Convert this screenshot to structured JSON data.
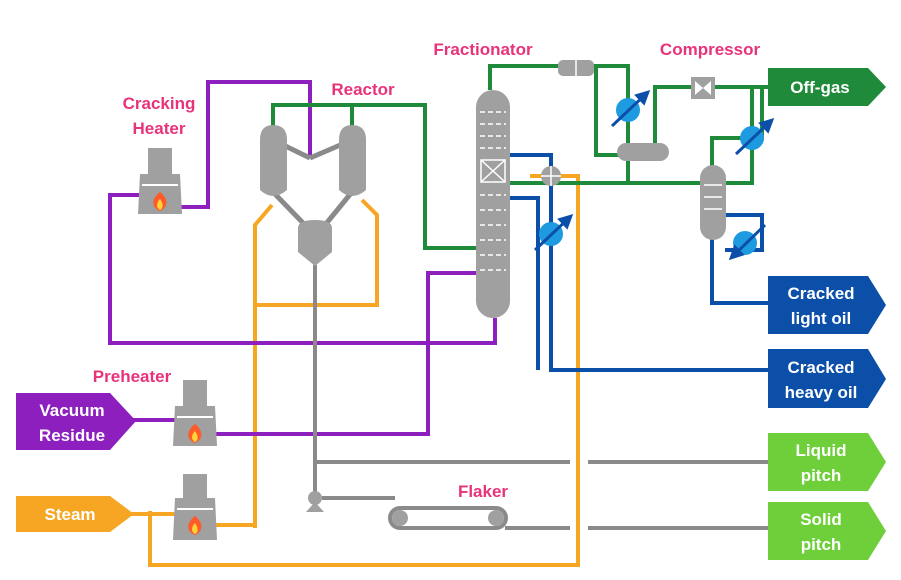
{
  "colors": {
    "purple": "#8e1fbf",
    "green": "#1f8a3a",
    "blue": "#0b4fa8",
    "orange": "#f6a623",
    "gray": "#8a8a8a",
    "light_green": "#6fcf3a",
    "label_pink": "#e8337a",
    "exchanger": "#1e9be0"
  },
  "units": {
    "cracking_heater": "Cracking\nHeater",
    "reactor": "Reactor",
    "fractionator": "Fractionator",
    "compressor": "Compressor",
    "preheater": "Preheater",
    "flaker": "Flaker"
  },
  "inputs": {
    "vacuum_residue": "Vacuum\nResidue",
    "steam": "Steam"
  },
  "outputs": {
    "off_gas": "Off-gas",
    "cracked_light_oil": "Cracked\nlight oil",
    "cracked_heavy_oil": "Cracked\nheavy oil",
    "liquid_pitch": "Liquid\npitch",
    "solid_pitch": "Solid\npitch"
  },
  "icons": [
    "flame-icon",
    "heat-exchanger-icon",
    "compressor-icon",
    "pump-icon"
  ]
}
